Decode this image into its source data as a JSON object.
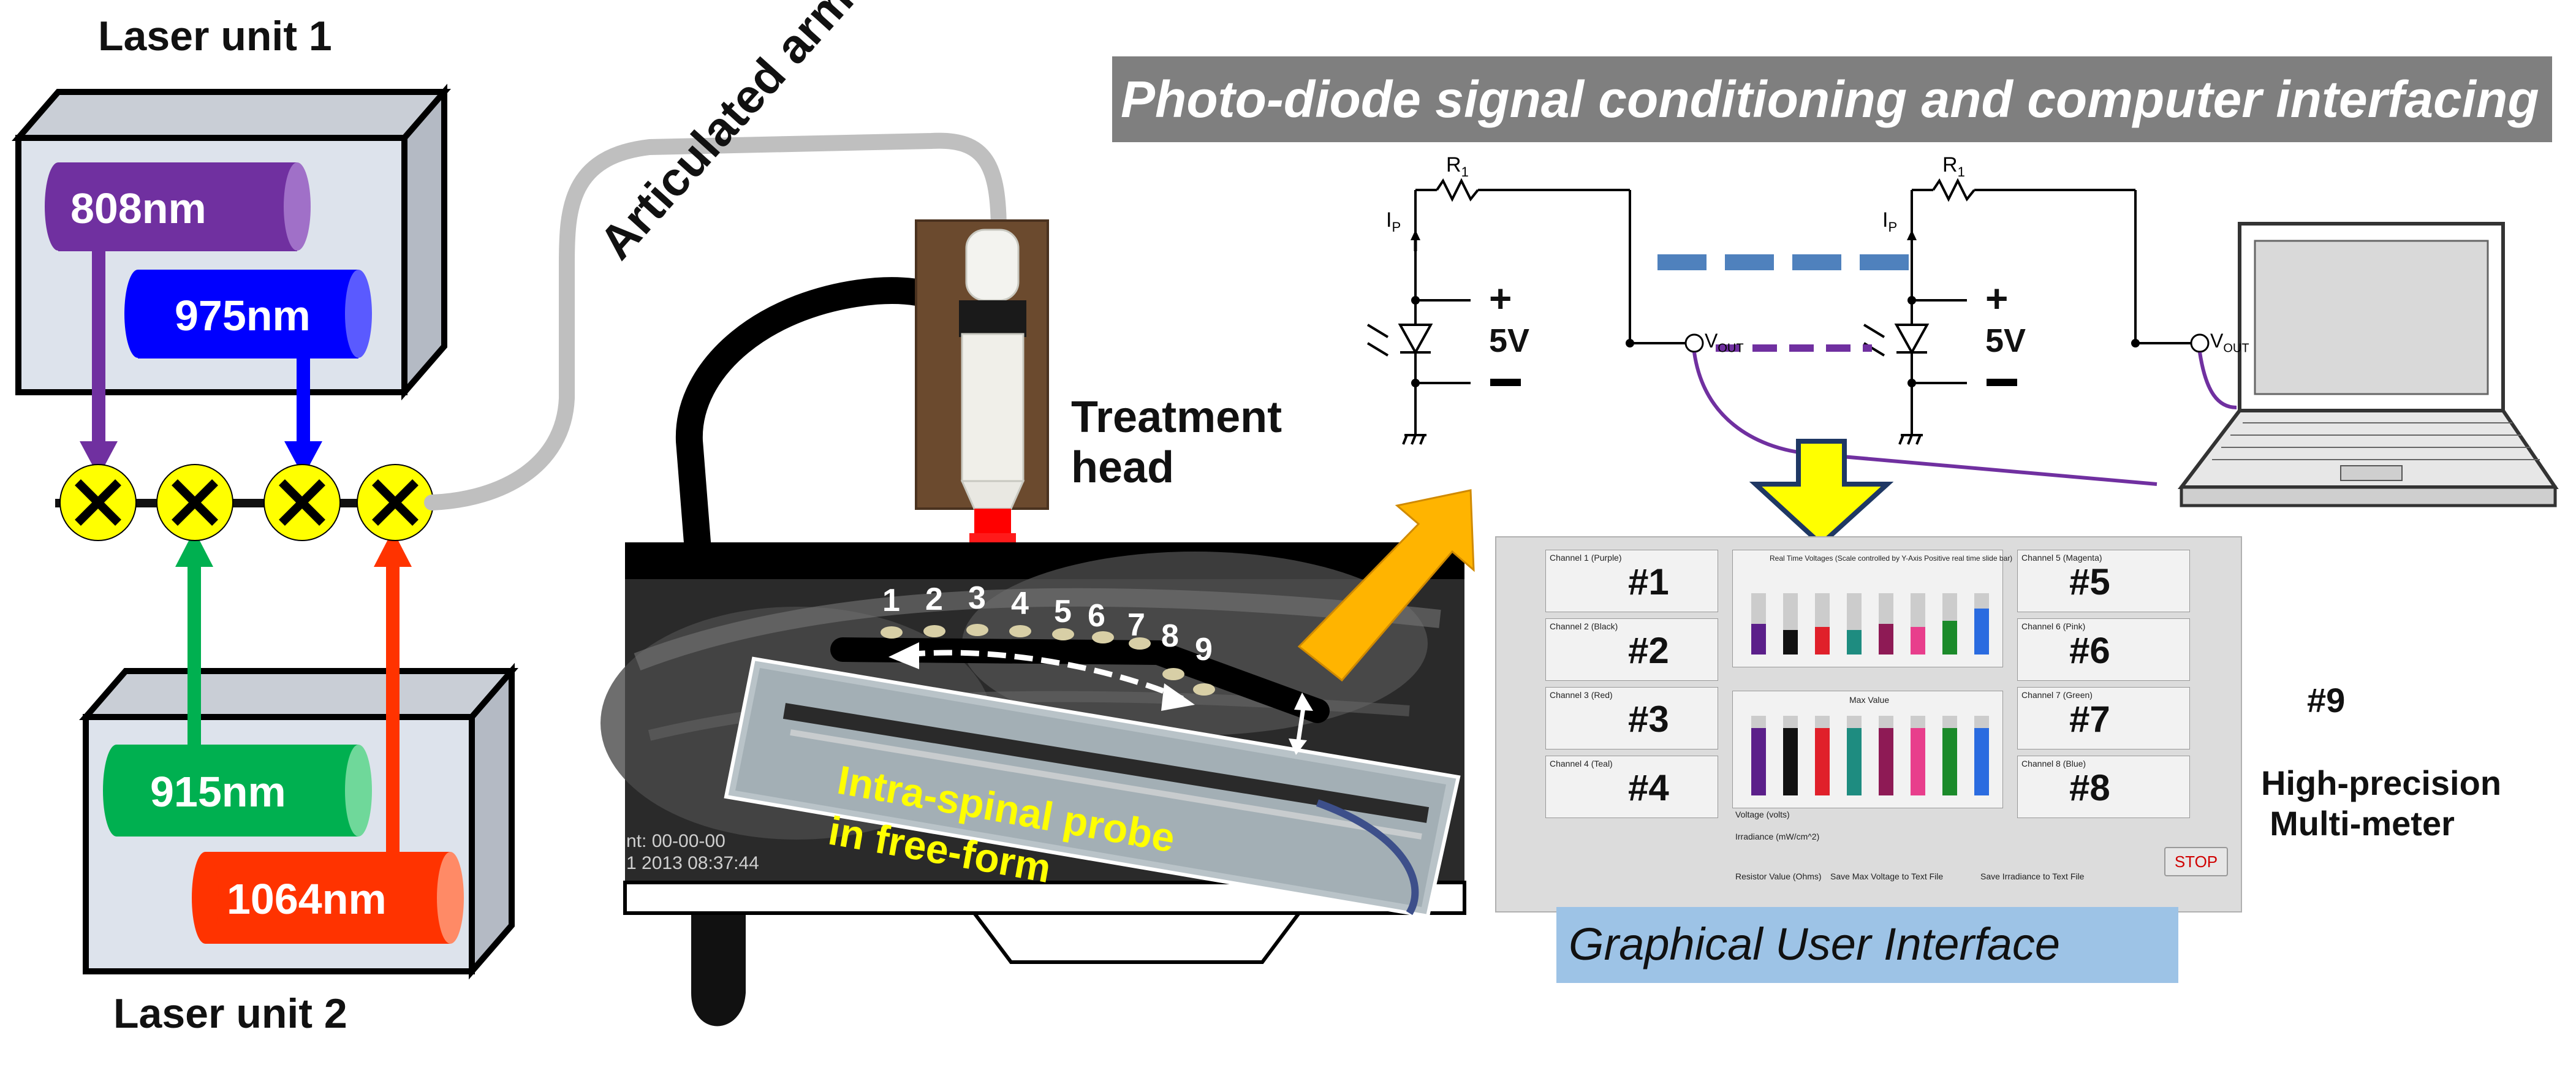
{
  "laser_unit_1": {
    "title": "Laser unit 1",
    "lasers": [
      {
        "label": "808nm",
        "color": "#7030a0"
      },
      {
        "label": "975nm",
        "color": "#0000ff"
      }
    ]
  },
  "laser_unit_2": {
    "title": "Laser unit 2",
    "lasers": [
      {
        "label": "915nm",
        "color": "#00b050"
      },
      {
        "label": "1064nm",
        "color": "#ff3300"
      }
    ]
  },
  "probe": {
    "articulated_arm_label": "Articulated arm",
    "treatment_head_label_line1": "Treatment",
    "treatment_head_label_line2": "head",
    "positions": [
      "1",
      "2",
      "3",
      "4",
      "5",
      "6",
      "7",
      "8",
      "9"
    ],
    "inset_caption_line1": "Intra-spinal probe",
    "inset_caption_line2": "in free-form",
    "xray_timestamp_line1": "nt: 00-00-00",
    "xray_timestamp_line2": "1 2013 08:37:44"
  },
  "signal": {
    "banner": "Photo-diode signal conditioning and computer interfacing",
    "resistor": "R",
    "resistor_sub": "1",
    "current": "I",
    "current_sub": "P",
    "plus": "+",
    "minus": "−",
    "voltage": "5V",
    "vout": "V",
    "vout_sub": "OUT"
  },
  "gui": {
    "banner": "Graphical User Interface",
    "channels_left": [
      {
        "num": "#1",
        "name": "Channel 1 (Purple)"
      },
      {
        "num": "#2",
        "name": "Channel 2 (Black)"
      },
      {
        "num": "#3",
        "name": "Channel 3 (Red)"
      },
      {
        "num": "#4",
        "name": "Channel 4 (Teal)"
      }
    ],
    "channels_right": [
      {
        "num": "#5",
        "name": "Channel 5 (Magenta)"
      },
      {
        "num": "#6",
        "name": "Channel 6 (Pink)"
      },
      {
        "num": "#7",
        "name": "Channel 7 (Green)"
      },
      {
        "num": "#8",
        "name": "Channel 8 (Blue)"
      }
    ],
    "realtime_title": "Real Time Voltages (Scale controlled by Y-Axis Positive real time slide bar)",
    "max_title": "Max Value",
    "voltage_label": "Voltage (volts)",
    "irradiance_label": "Irradiance (mW/cm^2)",
    "resistor_label": "Resistor Value (Ohms)",
    "save_voltage": "Save Max Voltage to Text File",
    "save_irradiance": "Save Irradiance to Text File",
    "stop": "STOP",
    "bar_colors": [
      "#5b1f8a",
      "#111111",
      "#e0202a",
      "#1e8c80",
      "#8e1a55",
      "#e83e8c",
      "#1b8a2a",
      "#2a6be0"
    ]
  },
  "multimeter": {
    "label": "#9",
    "caption_line1": "High-precision",
    "caption_line2": "Multi-meter"
  }
}
